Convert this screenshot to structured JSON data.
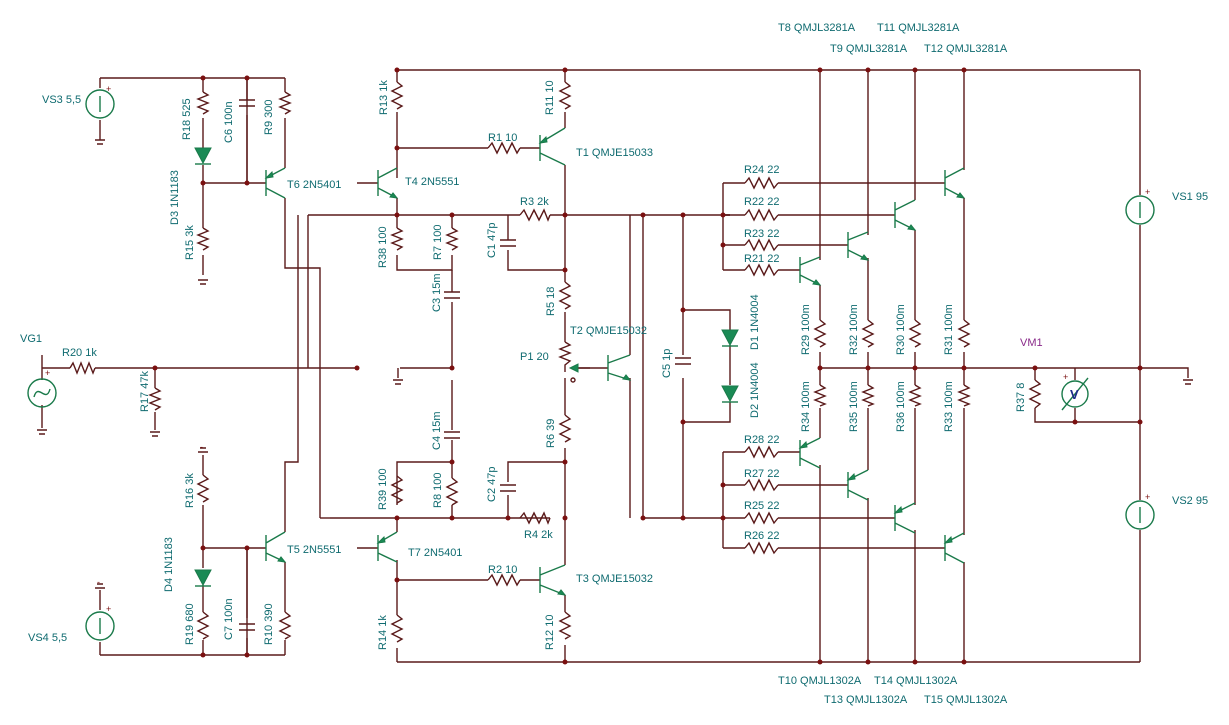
{
  "labels": {
    "VS3": "VS3 5,5",
    "VS4": "VS4 5,5",
    "VS1": "VS1 95",
    "VS2": "VS2 95",
    "VG1": "VG1",
    "VM1": "VM1",
    "V": "V",
    "R1": "R1 10",
    "R2": "R2 10",
    "R3": "R3 2k",
    "R4": "R4 2k",
    "R5": "R5 18",
    "R6": "R6 39",
    "R7": "R7 100",
    "R8": "R8 100",
    "R9": "R9 300",
    "R10": "R10 390",
    "R11": "R11 10",
    "R12": "R12 10",
    "R13": "R13 1k",
    "R14": "R14 1k",
    "R15": "R15 3k",
    "R16": "R16 3k",
    "R17": "R17 47k",
    "R18": "R18 525",
    "R19": "R19 680",
    "R20": "R20 1k",
    "R21": "R21 22",
    "R22": "R22 22",
    "R23": "R23 22",
    "R24": "R24 22",
    "R25": "R25 22",
    "R26": "R26 22",
    "R27": "R27 22",
    "R28": "R28 22",
    "R29": "R29 100m",
    "R30": "R30 100m",
    "R31": "R31 100m",
    "R32": "R32 100m",
    "R33": "R33 100m",
    "R34": "R34 100m",
    "R35": "R35 100m",
    "R36": "R36 100m",
    "R37": "R37 8",
    "R38": "R38 100",
    "R39": "R39 100",
    "C1": "C1 47p",
    "C2": "C2 47p",
    "C3": "C3 15m",
    "C4": "C4 15m",
    "C5": "C5 1p",
    "C6": "C6 100n",
    "C7": "C7 100n",
    "P1": "P1 20",
    "D1": "D1 1N4004",
    "D2": "D2 1N4004",
    "D3": "D3 1N1183",
    "D4": "D4 1N1183",
    "T1": "T1 QMJE15033",
    "T2": "T2 QMJE15032",
    "T3": "T3 QMJE15032",
    "T4": "T4 2N5551",
    "T5": "T5 2N5551",
    "T6": "T6 2N5401",
    "T7": "T7 2N5401",
    "T8": "T8 QMJL3281A",
    "T9": "T9 QMJL3281A",
    "T11": "T11 QMJL3281A",
    "T12": "T12 QMJL3281A",
    "T10": "T10 QMJL1302A",
    "T13": "T13 QMJL1302A",
    "T14": "T14 QMJL1302A",
    "T15": "T15 QMJL1302A",
    "plus": "+",
    "minus": "-"
  }
}
